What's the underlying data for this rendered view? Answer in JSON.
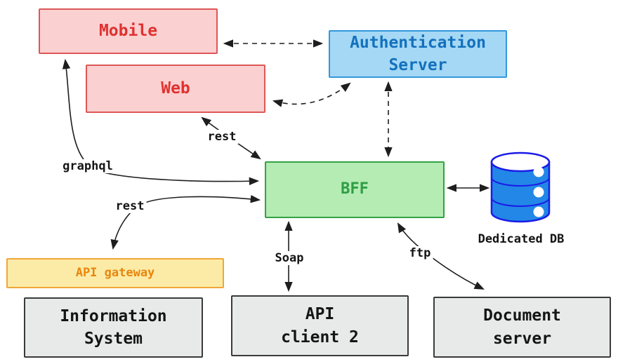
{
  "diagram": {
    "nodes": {
      "mobile": {
        "label": "Mobile",
        "color": "#e03131",
        "fill": "#fbd0d0"
      },
      "web": {
        "label": "Web",
        "color": "#e03131",
        "fill": "#fbd0d0"
      },
      "auth_server": {
        "label": "Authentication\nServer",
        "color": "#1371bd",
        "fill": "#a5d8f5"
      },
      "bff": {
        "label": "BFF",
        "color": "#2f9e44",
        "fill": "#b4ecb4"
      },
      "api_gateway": {
        "label": "API gateway",
        "color": "#e8860d",
        "fill": "#fceba6"
      },
      "information_system": {
        "label": "Information\nSystem",
        "color": "#151515",
        "fill": "#e8eaea"
      },
      "api_client_2": {
        "label": "API\nclient 2",
        "color": "#151515",
        "fill": "#e8eaea"
      },
      "document_server": {
        "label": "Document\nserver",
        "color": "#151515",
        "fill": "#e8eaea"
      },
      "dedicated_db": {
        "label": "Dedicated DB",
        "color": "#141414",
        "fill": "#2287e6"
      }
    },
    "edge_labels": {
      "graphql": "graphql",
      "rest_web_bff": "rest",
      "rest_bff_gateway": "rest",
      "soap": "Soap",
      "ftp": "ftp"
    },
    "edges": [
      {
        "from": "mobile",
        "to": "auth_server",
        "style": "dashed",
        "bidirectional": true
      },
      {
        "from": "web",
        "to": "auth_server",
        "style": "dashed",
        "bidirectional": true
      },
      {
        "from": "auth_server",
        "to": "bff",
        "style": "dashed",
        "bidirectional": true
      },
      {
        "from": "web",
        "to": "bff",
        "style": "solid",
        "bidirectional": true,
        "label": "rest"
      },
      {
        "from": "mobile",
        "to": "bff",
        "style": "solid",
        "bidirectional": true,
        "label": "graphql"
      },
      {
        "from": "bff",
        "to": "api_gateway",
        "style": "solid",
        "bidirectional": true,
        "label": "rest"
      },
      {
        "from": "bff",
        "to": "dedicated_db",
        "style": "solid",
        "bidirectional": true
      },
      {
        "from": "bff",
        "to": "api_client_2",
        "style": "solid",
        "bidirectional": true,
        "label": "Soap"
      },
      {
        "from": "bff",
        "to": "document_server",
        "style": "solid",
        "bidirectional": true,
        "label": "ftp"
      }
    ],
    "colors": {
      "edge_stroke": "#1e1e1e",
      "db_fill": "#2287e6",
      "db_stroke": "#1b1be8",
      "background": "#ffffff"
    }
  }
}
